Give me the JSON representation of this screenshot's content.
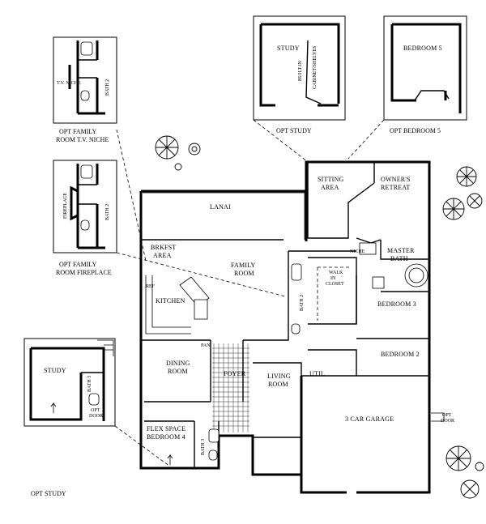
{
  "rooms": {
    "lanai": "LANAI",
    "brkfst_1": "BRKFST",
    "brkfst_2": "AREA",
    "family_1": "FAMILY",
    "family_2": "ROOM",
    "kitchen": "KITCHEN",
    "ref": "REF",
    "pan": "PAN",
    "dining_1": "DINING",
    "dining_2": "ROOM",
    "foyer": "FOYER",
    "living_1": "LIVING",
    "living_2": "ROOM",
    "util": "UTIL",
    "flex_1": "FLEX SPACE",
    "flex_2": "BEDROOM 4",
    "bath3": "BATH 3",
    "bath2": "BATH 2",
    "sitting_1": "SITTING",
    "sitting_2": "AREA",
    "owners_1": "OWNER'S",
    "owners_2": "RETREAT",
    "niche": "NICHE",
    "walkin_1": "WALK",
    "walkin_2": "IN",
    "walkin_3": "CLOSET",
    "master_1": "MASTER",
    "master_2": "BATH",
    "bedroom3": "BEDROOM 3",
    "bedroom2": "BEDROOM 2",
    "garage": "3 CAR GARAGE",
    "opt_door_1": "OPT",
    "opt_door_2": "DOOR"
  },
  "insets": {
    "study_top": {
      "label": "STUDY",
      "shelves_1": "BUILT-IN",
      "shelves_2": "CABINET/SHELVES",
      "caption": "OPT STUDY"
    },
    "bedroom5": {
      "label": "BEDROOM 5",
      "caption": "OPT BEDROOM 5"
    },
    "tv_niche": {
      "niche": "T.V. NICHE",
      "bath": "BATH 2",
      "caption_1": "OPT FAMILY",
      "caption_2": "ROOM T.V. NICHE"
    },
    "fireplace": {
      "fireplace": "FIREPLACE",
      "bath": "BATH 2",
      "caption_1": "OPT FAMILY",
      "caption_2": "ROOM FIREPLACE"
    },
    "study_left": {
      "label": "STUDY",
      "bath": "BATH 3",
      "opt_door_1": "OPT",
      "opt_door_2": "DOOR",
      "caption": "OPT STUDY"
    }
  }
}
